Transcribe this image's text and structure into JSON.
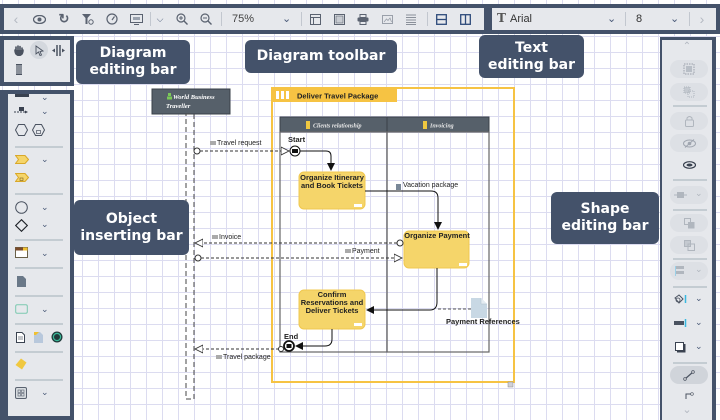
{
  "top_toolbar": {
    "zoom_value": "75%",
    "icons": [
      "back-icon",
      "eye-icon",
      "refresh-icon",
      "filter-icon",
      "gauge-icon",
      "screen-icon",
      "chevron-down-icon",
      "zoom-in-icon",
      "zoom-out-icon"
    ],
    "right_icons": [
      "layout-icon",
      "frame-icon",
      "print-icon",
      "image-icon",
      "lines-icon",
      "split-horizontal-icon",
      "split-vertical-icon"
    ]
  },
  "text_bar": {
    "font_value": "Arial",
    "size_value": "8"
  },
  "callouts": {
    "diagram_editing": "Diagram\nediting bar",
    "diagram_toolbar": "Diagram toolbar",
    "text_editing": "Text\nediting bar",
    "object_inserting": "Object\ninserting bar",
    "shape_editing": "Shape\nediting bar"
  },
  "diagram": {
    "participant": "World Business Traveller",
    "pool_title": "Deliver Travel Package",
    "lanes": [
      "Clients relationship",
      "Invoicing"
    ],
    "start_label": "Start",
    "end_label": "End",
    "tasks": {
      "organize_itinerary": [
        "Organize Itinerary",
        "and Book Tickets"
      ],
      "organize_payment": [
        "Organize Payment"
      ],
      "confirm": [
        "Confirm",
        "Reservations and",
        "Deliver Tickets"
      ]
    },
    "messages": {
      "travel_request": "Travel request",
      "invoice": "Invoice",
      "payment": "Payment",
      "travel_package": "Travel package",
      "vacation_package": "Vacation package"
    },
    "data_object": "Payment References"
  },
  "colors": {
    "toolbar_frame": "#44526a",
    "toolbar_bg": "#e6e8ec",
    "pool_border": "#f6c343",
    "task_fill": "#f5d56a",
    "lane_header": "#56606a"
  }
}
